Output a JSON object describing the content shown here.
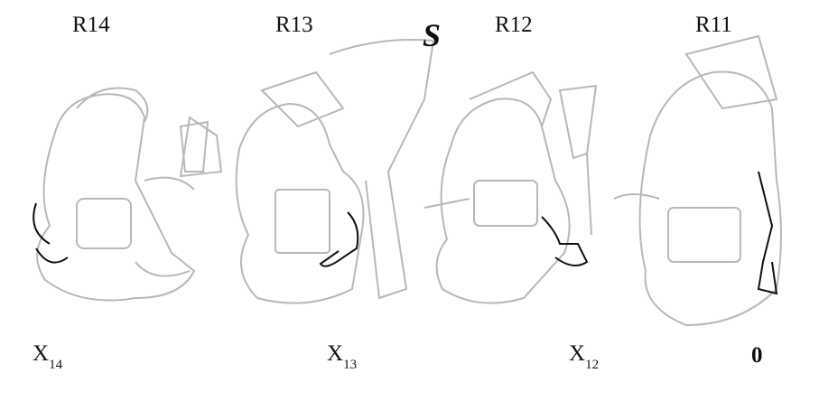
{
  "top_labels": {
    "r14": "R14",
    "r13": "R13",
    "s": "S",
    "r12": "R12",
    "r11": "R11"
  },
  "bottom_labels": {
    "x14": {
      "base": "X",
      "sub": "14"
    },
    "x13": {
      "base": "X",
      "sub": "13"
    },
    "x12": {
      "base": "X",
      "sub": "12"
    },
    "zero": "0"
  },
  "colors": {
    "drawing": "#b8b8b8",
    "highlight": "#111111"
  }
}
